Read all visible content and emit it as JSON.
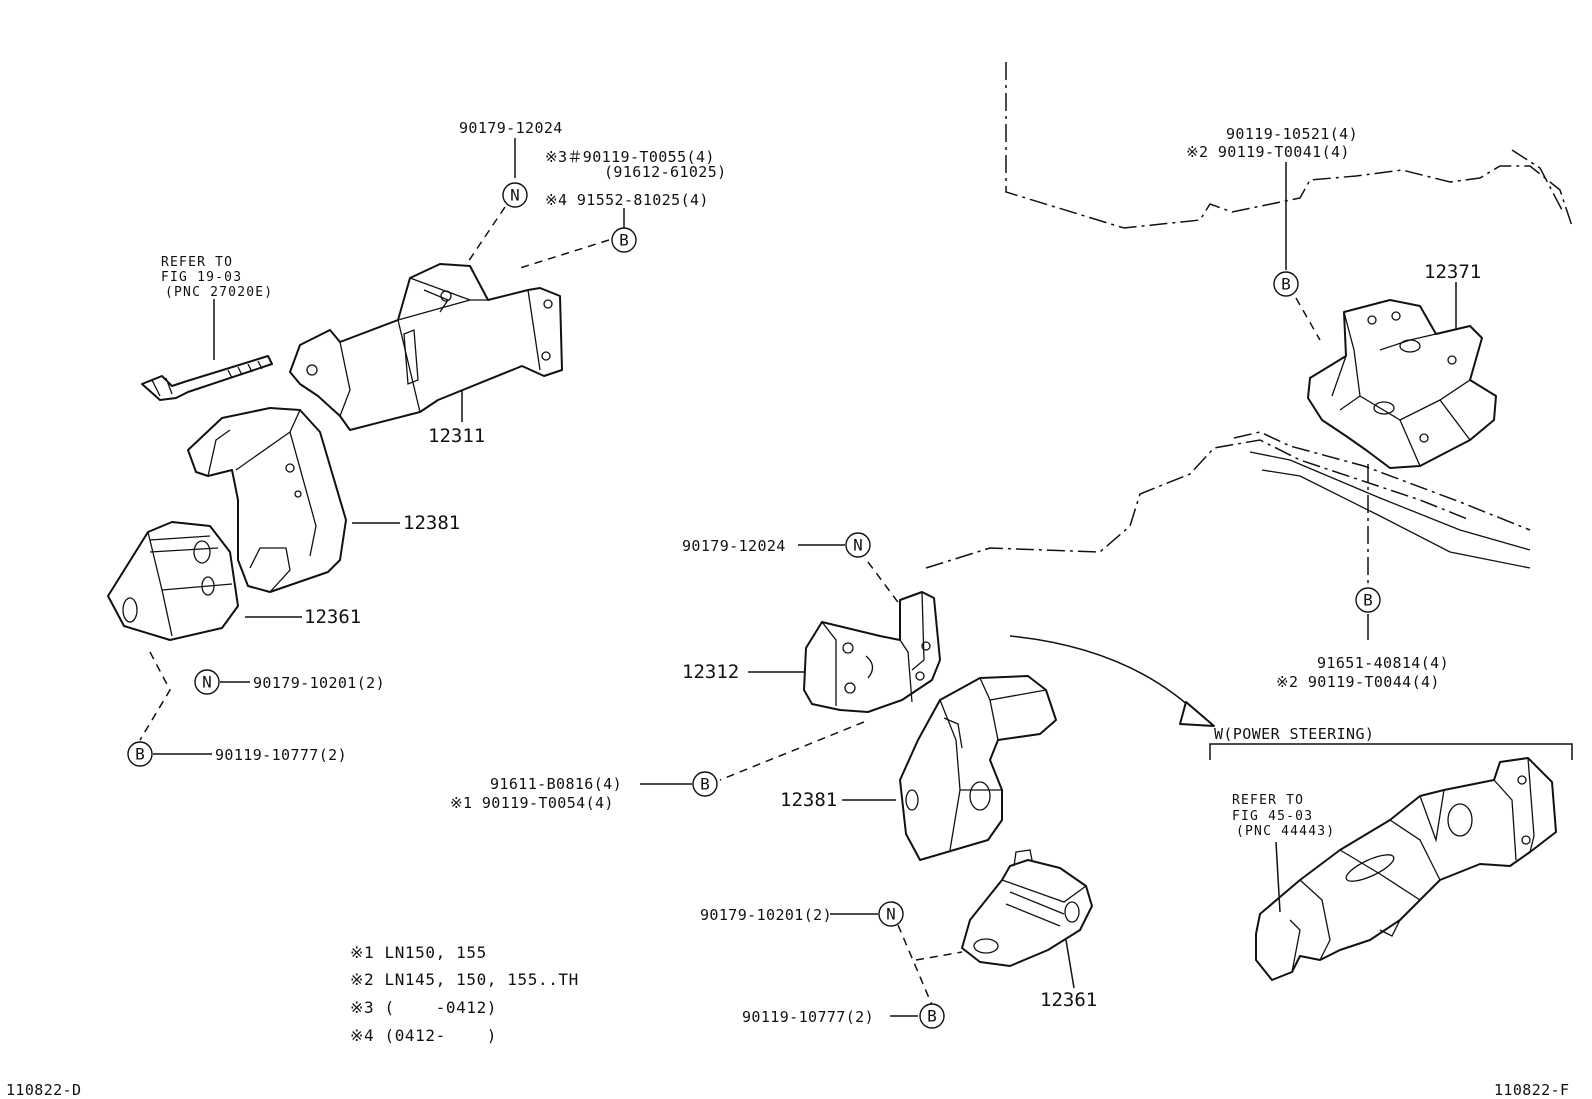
{
  "left_assembly": {
    "bolt_top": "90179-12024",
    "bolt_v3": "※3＃90119-T0055(4)",
    "bolt_v3_alt": "(91612-61025)",
    "bolt_v4": "※4 91552-81025(4)",
    "refer": [
      "REFER TO",
      "FIG 19-03",
      "(PNC 27020E)"
    ],
    "bracket": "12311",
    "insulator": "12381",
    "mount": "12361",
    "nut": "90179-10201(2)",
    "bolt_bottom": "90119-10777(2)"
  },
  "center_assembly": {
    "bolt_top": "90179-12024",
    "bracket": "12312",
    "bolt_a": "91611-B0816(4)",
    "bolt_b": "※1 90119-T0054(4)",
    "insulator": "12381",
    "nut": "90179-10201(2)",
    "bolt_bottom": "90119-10777(2)",
    "mount": "12361"
  },
  "right_assembly": {
    "bolt_a": "90119-10521(4)",
    "bolt_b": "※2 90119-T0041(4)",
    "mount": "12371",
    "bolt_c": "91651-40814(4)",
    "bolt_d": "※2 90119-T0044(4)"
  },
  "power_steering": {
    "label": "W(POWER STEERING)",
    "refer": [
      "REFER TO",
      "FIG 45-03",
      "(PNC 44443)"
    ]
  },
  "marks": {
    "n": "N",
    "b": "B"
  },
  "notes": [
    "※1 LN150, 155",
    "※2 LN145, 150, 155..TH",
    "※3 (    -0412)",
    "※4 (0412-    )"
  ],
  "footer": {
    "left_code": "110822-D",
    "right_code": "110822-F"
  }
}
